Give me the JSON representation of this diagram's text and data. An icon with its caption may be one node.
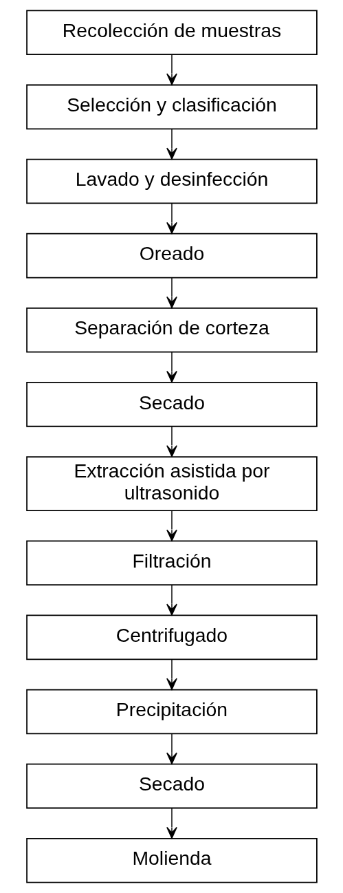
{
  "diagram": {
    "nodes": [
      {
        "text": [
          "Recolección de muestras"
        ]
      },
      {
        "text": [
          "Selección y clasificación"
        ]
      },
      {
        "text": [
          "Lavado y desinfección"
        ]
      },
      {
        "text": [
          "Oreado"
        ]
      },
      {
        "text": [
          "Separación de corteza"
        ]
      },
      {
        "text": [
          "Secado"
        ]
      },
      {
        "text": [
          "Extracción asistida por ultrasonido"
        ]
      },
      {
        "text": [
          "Filtración"
        ]
      },
      {
        "text": [
          "Centrifugado"
        ]
      },
      {
        "text": [
          "Precipitación"
        ]
      },
      {
        "text": [
          "Secado"
        ]
      },
      {
        "text": [
          "Molienda"
        ]
      }
    ],
    "edges": [
      {
        "from": 0,
        "to": 1,
        "arrow": "to"
      },
      {
        "from": 1,
        "to": 2,
        "arrow": "to"
      },
      {
        "from": 2,
        "to": 3,
        "arrow": "to"
      },
      {
        "from": 3,
        "to": 4,
        "arrow": "to"
      },
      {
        "from": 4,
        "to": 5,
        "arrow": "to"
      },
      {
        "from": 5,
        "to": 6,
        "arrow": "to"
      },
      {
        "from": 6,
        "to": 7,
        "arrow": "to"
      },
      {
        "from": 7,
        "to": 8,
        "arrow": "to"
      },
      {
        "from": 8,
        "to": 9,
        "arrow": "to"
      },
      {
        "from": 9,
        "to": 10,
        "arrow": "to"
      },
      {
        "from": 10,
        "to": 11,
        "arrow": "to"
      }
    ]
  }
}
